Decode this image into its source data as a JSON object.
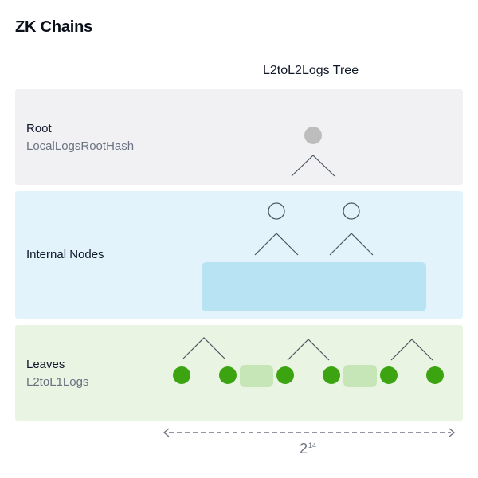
{
  "page": {
    "title": "ZK Chains"
  },
  "tree": {
    "title": "L2toL2Logs Tree"
  },
  "bands": {
    "root": {
      "label": "Root",
      "sublabel": "LocalLogsRootHash"
    },
    "internal": {
      "label": "Internal Nodes"
    },
    "leaves": {
      "label": "Leaves",
      "sublabel": "L2toL1Logs"
    }
  },
  "dimension": {
    "base": "2",
    "exponent": "14"
  },
  "colors": {
    "root_band": "#f1f1f3",
    "internal_band": "#e2f3fb",
    "leaves_band": "#e9f4e3",
    "root_node": "#bdbdbd",
    "internal_placeholder": "#b8e3f3",
    "leaf_node": "#3ca311",
    "leaf_placeholder": "#c7e6b8",
    "edge": "#4b5563"
  }
}
